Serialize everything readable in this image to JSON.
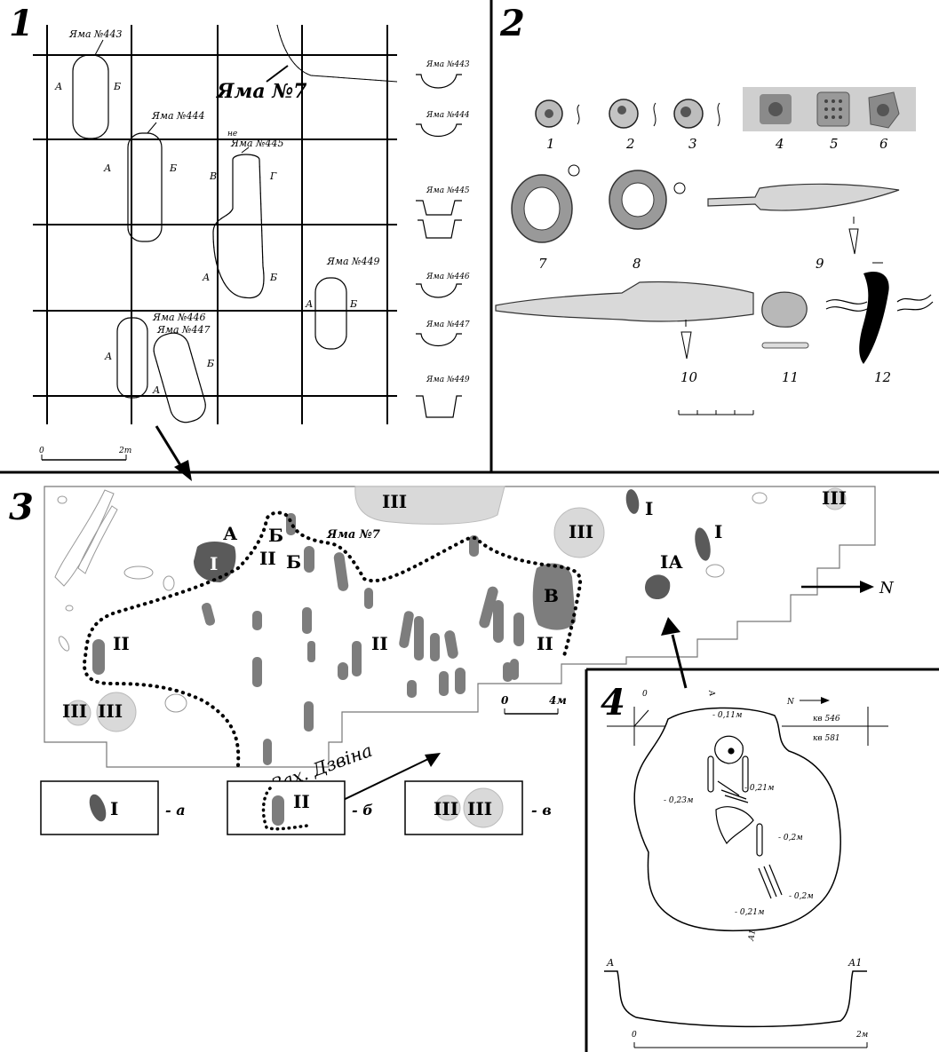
{
  "panels": {
    "p1": {
      "number": "1"
    },
    "p2": {
      "number": "2"
    },
    "p3": {
      "number": "3"
    },
    "p4": {
      "number": "4"
    }
  },
  "panel1": {
    "pits": [
      "Яма №443",
      "Яма №444",
      "Яма №445",
      "Яма №446",
      "Яма №447",
      "Яма №449"
    ],
    "pit7": "Яма №7",
    "small_mark": "не",
    "letters": {
      "a": "А",
      "b": "Б",
      "v": "В",
      "g": "Г"
    },
    "scale": {
      "start": "0",
      "end": "2m"
    },
    "profiles": [
      "Яма №443",
      "Яма №444",
      "Яма №445",
      "Яма №446",
      "Яма №447",
      "Яма №449"
    ]
  },
  "panel2": {
    "items": [
      "1",
      "2",
      "3",
      "4",
      "5",
      "6",
      "7",
      "8",
      "9",
      "10",
      "11",
      "12"
    ]
  },
  "panel3": {
    "roman": {
      "one": "I",
      "two": "II",
      "three": "III",
      "one_a": "IА"
    },
    "letters": {
      "a": "А",
      "b": "Б",
      "v": "В"
    },
    "pit7": "Яма №7",
    "north": "N",
    "scale": {
      "start": "0",
      "end": "4м"
    },
    "river": "р. Зах. Дзвіна",
    "legend": [
      {
        "roman": "I",
        "key": "- а"
      },
      {
        "roman": "II",
        "key": "- б"
      },
      {
        "roman": "III",
        "key": "- в"
      }
    ]
  },
  "panel4": {
    "depths": [
      "- 0,11м",
      "- 0,21м",
      "- 0,23м",
      "- 0,2м",
      "- 0,2м",
      "- 0,21м"
    ],
    "squares": [
      "кв 546",
      "кв 581"
    ],
    "north": "N",
    "section": {
      "left": "А",
      "right": "А1"
    },
    "zero": "0",
    "axis_top": "А",
    "axis_bottom": "А1",
    "scale": {
      "start": "0",
      "end": "2м"
    }
  },
  "colors": {
    "feature_i": "#5a5a5a",
    "feature_ii": "#7d7d7d",
    "feature_iii": "#d9d9d9",
    "line": "#000000"
  }
}
